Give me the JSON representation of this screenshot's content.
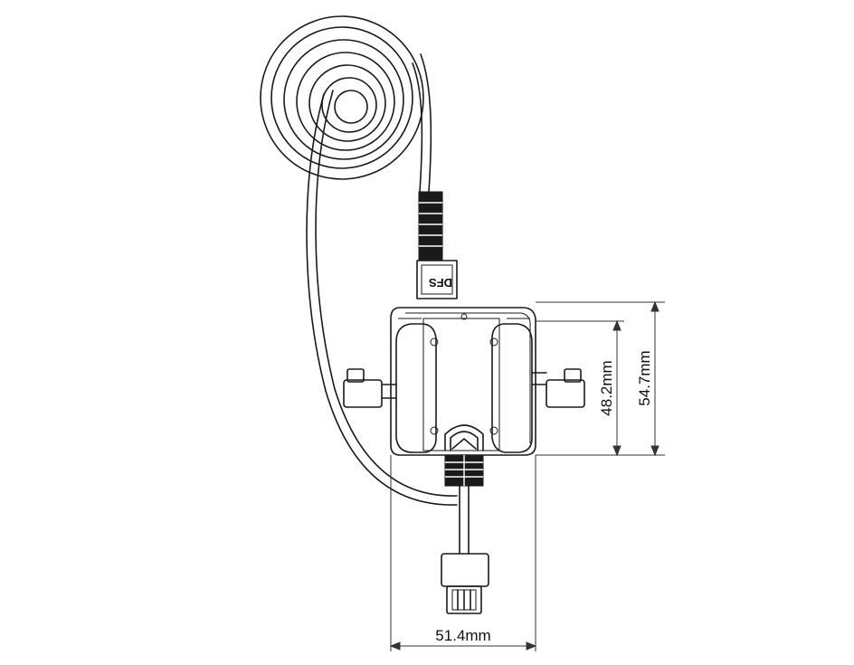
{
  "dimensions": {
    "height_inner": "48.2mm",
    "height_outer": "54.7mm",
    "width": "51.4mm"
  },
  "labels": {
    "connector_marking": "DFS"
  }
}
